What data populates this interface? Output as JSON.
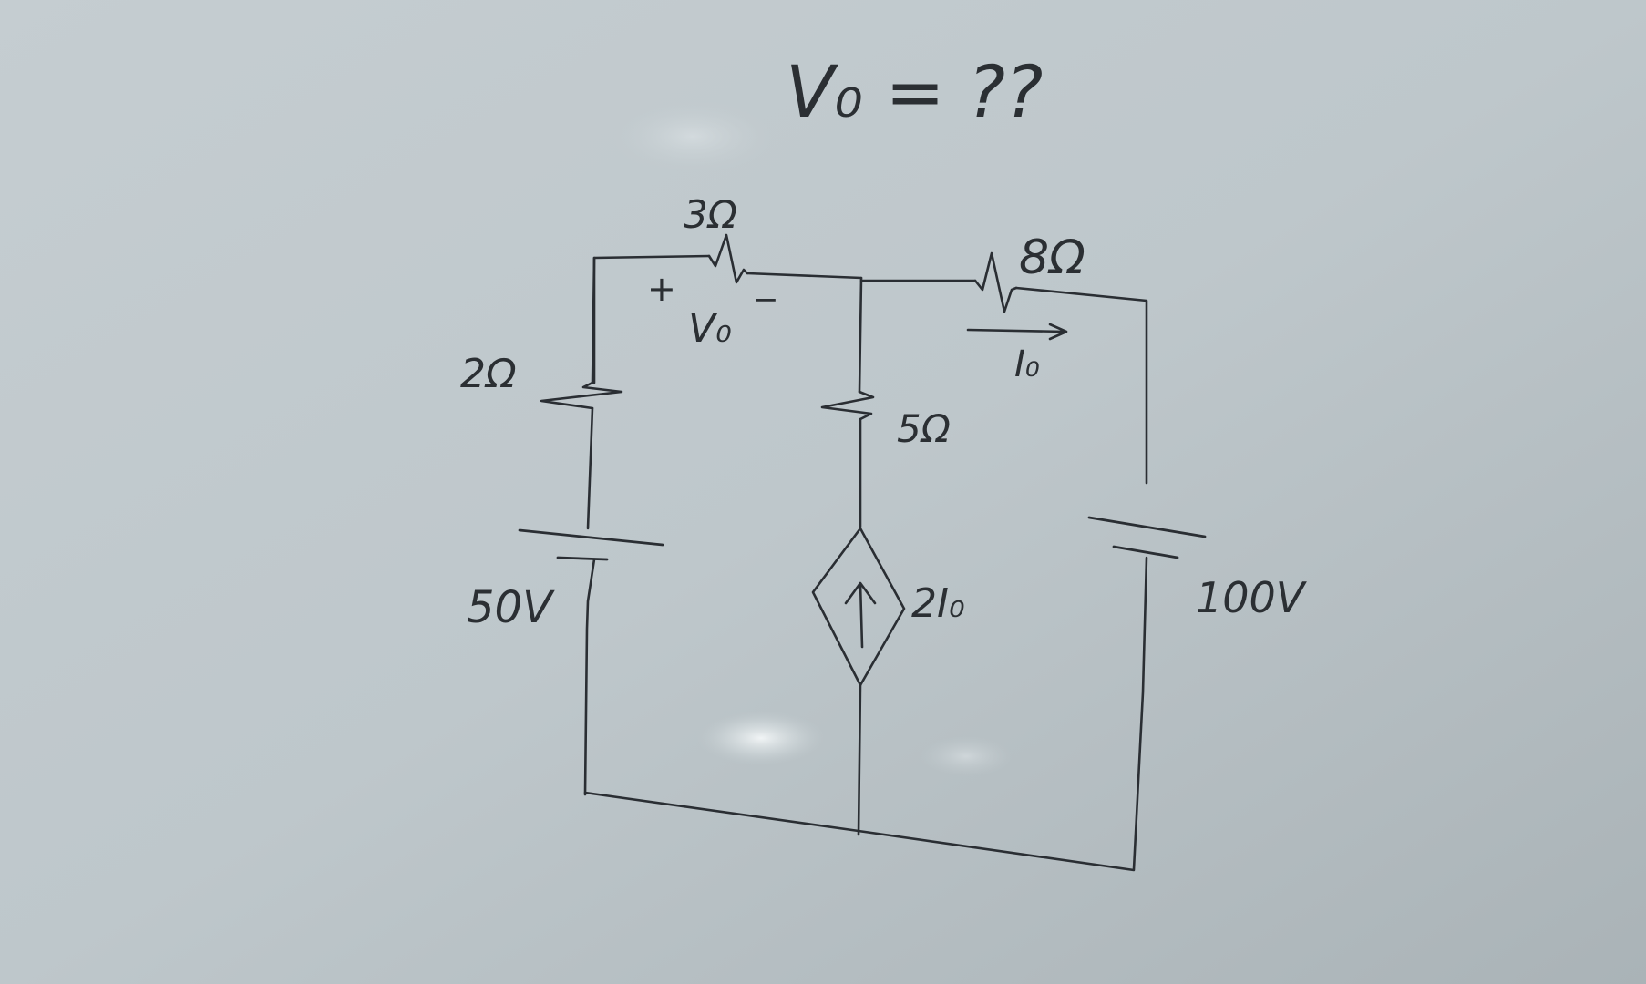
{
  "question": "V₀ = ??",
  "resistors": {
    "r_top_left": "3Ω",
    "r_top_right": "8Ω",
    "r_left": "2Ω",
    "r_middle": "5Ω"
  },
  "sources": {
    "left_battery": "50V",
    "right_battery": "100V",
    "dependent_source": "2I₀"
  },
  "labels": {
    "vo_plus": "+",
    "vo_minus": "−",
    "vo": "V₀",
    "io": "I₀"
  },
  "colors": {
    "board": "#b9c2c6",
    "ink": "#2a2e33"
  }
}
